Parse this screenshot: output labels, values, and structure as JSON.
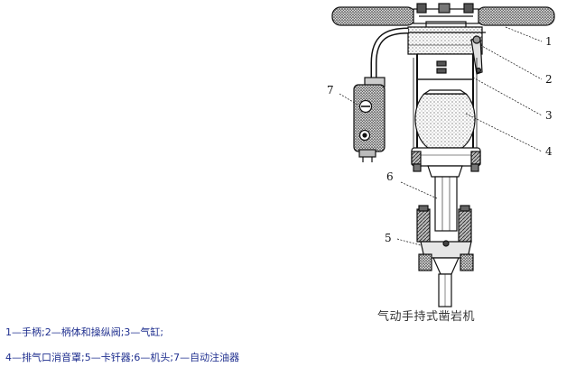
{
  "figure": {
    "caption": "气动手持式凿岩机",
    "callouts": [
      "1",
      "2",
      "3",
      "4",
      "5",
      "6",
      "7"
    ]
  },
  "legend": {
    "line1": "1—手柄;2—柄体和操纵阀;3—气缸;",
    "line2": "4—排气口消音罩;5—卡钎器;6—机头;7—自动注油器"
  },
  "colors": {
    "legend_text": "#1f2f8f",
    "line": "#111111"
  }
}
